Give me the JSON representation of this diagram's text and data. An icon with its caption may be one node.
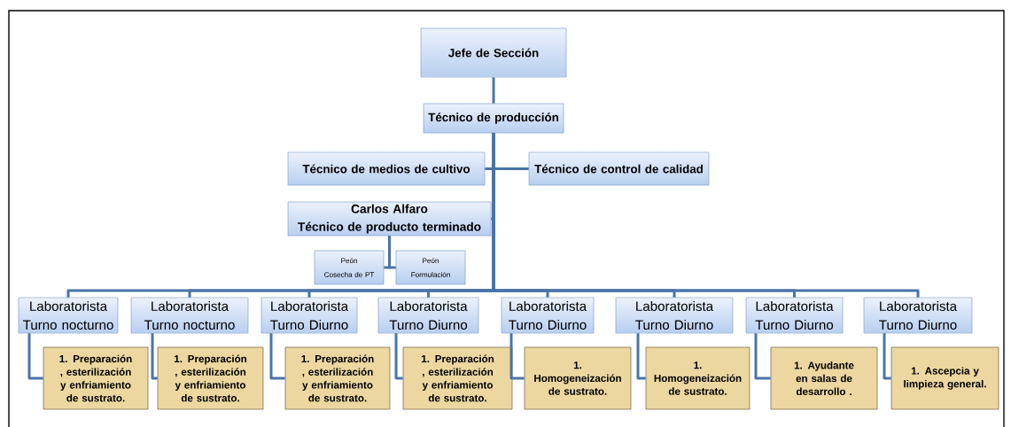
{
  "diagram": {
    "nodes": [
      {
        "text": [
          "Jefe de Sección"
        ]
      },
      {
        "text": [
          "Técnico de producción"
        ]
      },
      {
        "text": [
          "Técnico de medios de cultivo"
        ]
      },
      {
        "text": [
          "Técnico de control de calidad"
        ]
      },
      {
        "text": [
          "Carlos Alfaro",
          "Técnico de producto terminado"
        ]
      },
      {
        "text": [
          "Peón",
          "Cosecha de PT"
        ]
      },
      {
        "text": [
          "Peón",
          "Formulación"
        ]
      },
      {
        "text": [
          "Laboratorista",
          "Turno nocturno"
        ]
      },
      {
        "text": [
          "Laboratorista",
          "Turno nocturno"
        ]
      },
      {
        "text": [
          "Laboratorista",
          "Turno Diurno"
        ]
      },
      {
        "text": [
          "Laboratorista",
          "Turno Diurno"
        ]
      },
      {
        "text": [
          "Laboratorista",
          "Turno Diurno"
        ]
      },
      {
        "text": [
          "Laboratorista",
          "Turno Diurno"
        ]
      },
      {
        "text": [
          "Laboratorista",
          "Turno Diurno"
        ]
      },
      {
        "text": [
          "Laboratorista",
          "Turno Diurno"
        ]
      },
      {
        "text": [
          "1. Preparación , esterilización y enfriamiento de sustrato."
        ]
      },
      {
        "text": [
          "1. Preparación , esterilización y enfriamiento de sustrato."
        ]
      },
      {
        "text": [
          "1. Preparación , esterilización y enfriamiento de sustrato."
        ]
      },
      {
        "text": [
          "1. Preparación , esterilización y enfriamiento de sustrato."
        ]
      },
      {
        "text": [
          "1. Homogeneización de sustrato."
        ]
      },
      {
        "text": [
          "1. Homogeneización de sustrato."
        ]
      },
      {
        "text": [
          "1. Ayudante en salas de desarrollo ."
        ]
      },
      {
        "text": [
          "1. Ascepcia y limpieza general."
        ]
      }
    ],
    "edges": [
      {
        "from": 0,
        "to": 1,
        "arrow": "none"
      },
      {
        "from": 1,
        "to": 2,
        "arrow": "none"
      },
      {
        "from": 1,
        "to": 3,
        "arrow": "none"
      },
      {
        "from": 1,
        "to": 4,
        "arrow": "none"
      },
      {
        "from": 4,
        "to": 5,
        "arrow": "none"
      },
      {
        "from": 4,
        "to": 6,
        "arrow": "none"
      },
      {
        "from": 1,
        "to": 7,
        "arrow": "none"
      },
      {
        "from": 1,
        "to": 8,
        "arrow": "none"
      },
      {
        "from": 1,
        "to": 9,
        "arrow": "none"
      },
      {
        "from": 1,
        "to": 10,
        "arrow": "none"
      },
      {
        "from": 1,
        "to": 11,
        "arrow": "none"
      },
      {
        "from": 1,
        "to": 12,
        "arrow": "none"
      },
      {
        "from": 1,
        "to": 13,
        "arrow": "none"
      },
      {
        "from": 1,
        "to": 14,
        "arrow": "none"
      },
      {
        "from": 7,
        "to": 15,
        "arrow": "none"
      },
      {
        "from": 8,
        "to": 16,
        "arrow": "none"
      },
      {
        "from": 9,
        "to": 17,
        "arrow": "none"
      },
      {
        "from": 10,
        "to": 18,
        "arrow": "none"
      },
      {
        "from": 11,
        "to": 19,
        "arrow": "none"
      },
      {
        "from": 12,
        "to": 20,
        "arrow": "none"
      },
      {
        "from": 13,
        "to": 21,
        "arrow": "none"
      },
      {
        "from": 14,
        "to": 22,
        "arrow": "none"
      }
    ]
  }
}
